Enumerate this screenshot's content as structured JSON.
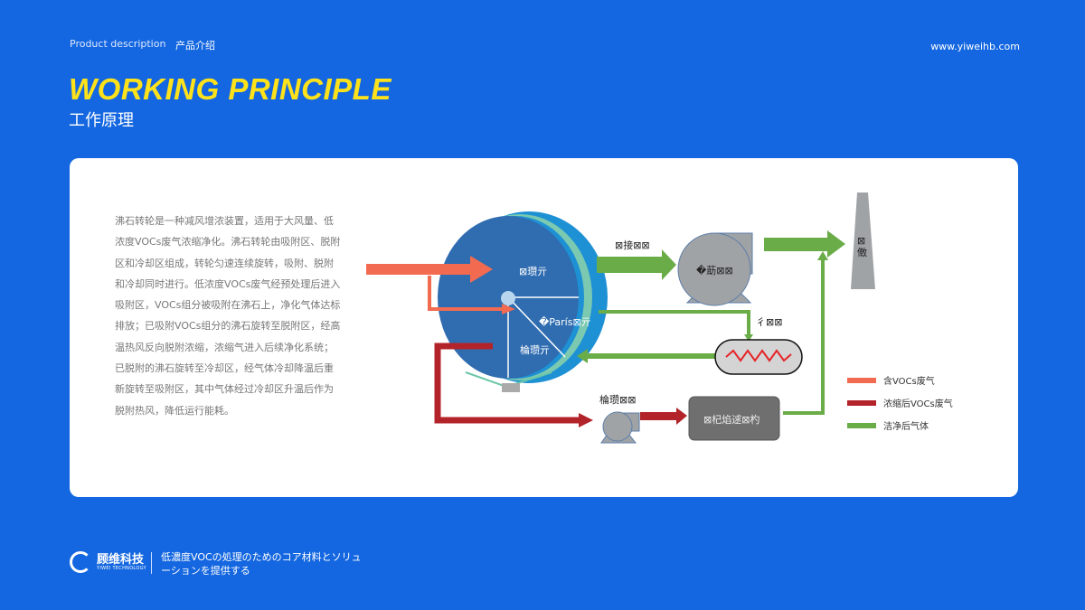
{
  "header": {
    "product_en": "Product description",
    "product_cn": "产品介绍",
    "url": "www.yiweihb.com",
    "title": "WORKING PRINCIPLE",
    "subtitle": "工作原理"
  },
  "description": "沸石转轮是一种减风增浓装置，适用于大风量、低浓度VOCs废气浓缩净化。沸石转轮由吸附区、脱附区和冷却区组成，转轮匀速连续旋转，吸附、脱附和冷却同时进行。低浓度VOCs废气经预处理后进入吸附区，VOCs组分被吸附在沸石上，净化气体达标排放；已吸附VOCs组分的沸石旋转至脱附区，经高温热风反向脱附浓缩，浓缩气进入后续净化系统；已脱附的沸石旋转至冷却区，经气体冷却降温后重新旋转至吸附区，其中气体经过冷却区升温后作为脱附热风，降低运行能耗。",
  "diagram": {
    "zone_adsorb": "⊠瓒亓",
    "zone_cool": "�París⊠亓",
    "zone_desorb": "棆瓒亓",
    "label_clean_air": "⊠接⊠⊠",
    "label_main_fan": "�莇⊠⊠",
    "label_heater": "彳⊠⊠",
    "label_desorb_fan": "棆瓒⊠⊠",
    "label_treatment": "⊠杞焰逑⊠杓",
    "label_chimney": "⊠僌"
  },
  "legend": [
    {
      "label": "含VOCs废气",
      "color": "#f26b50"
    },
    {
      "label": "浓缩后VOCs废气",
      "color": "#b3232a"
    },
    {
      "label": "洁净后气体",
      "color": "#6aad48"
    }
  ],
  "footer": {
    "brand_cn": "顾维科技",
    "brand_en": "YIWEI TECHNOLOGY",
    "slogan": "低濃度VOCの処理のためのコア材料とソリューションを提供する"
  }
}
